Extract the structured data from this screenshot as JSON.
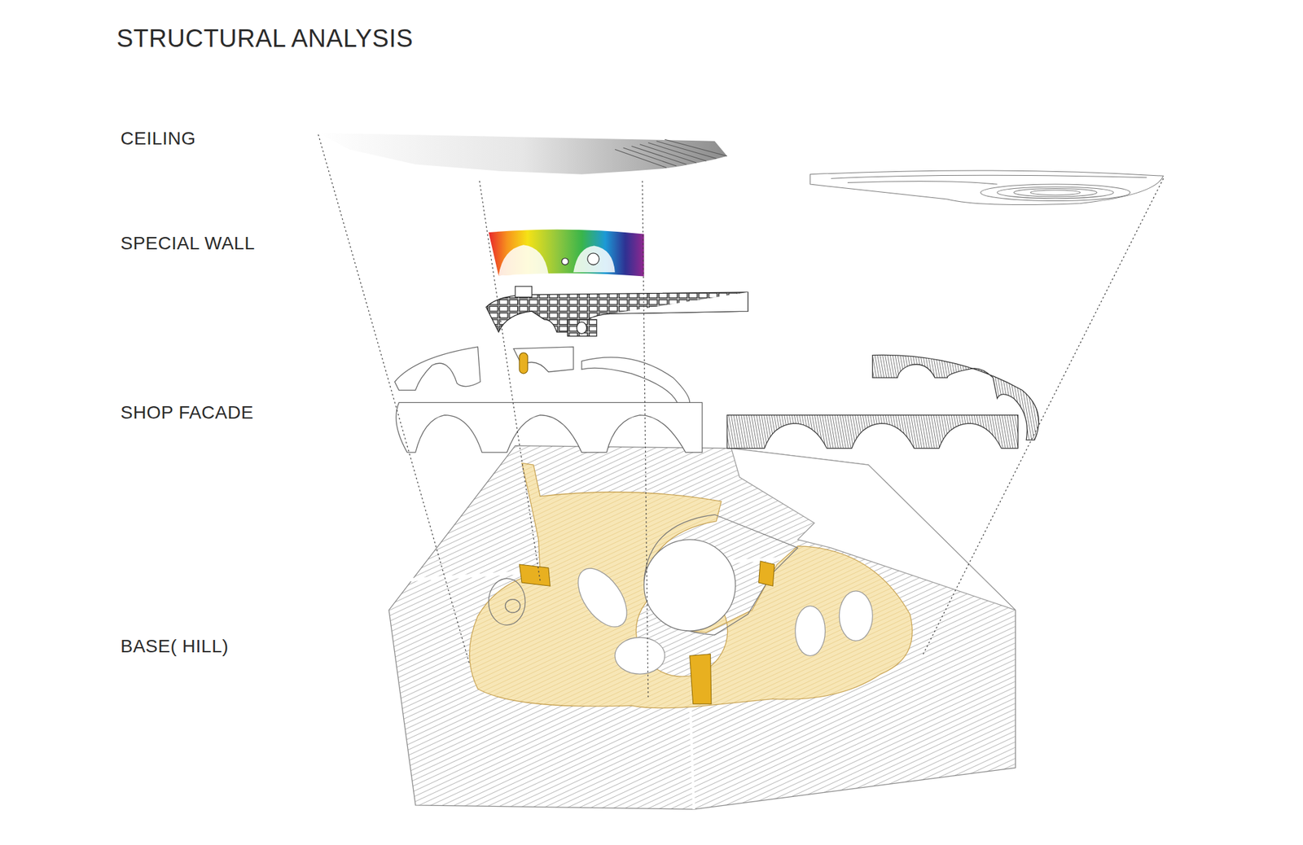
{
  "diagram": {
    "title": "STRUCTURAL ANALYSIS",
    "labels": [
      "CEILING",
      "SPECIAL WALL",
      "SHOP FACADE",
      "BASE( HILL)"
    ]
  }
}
